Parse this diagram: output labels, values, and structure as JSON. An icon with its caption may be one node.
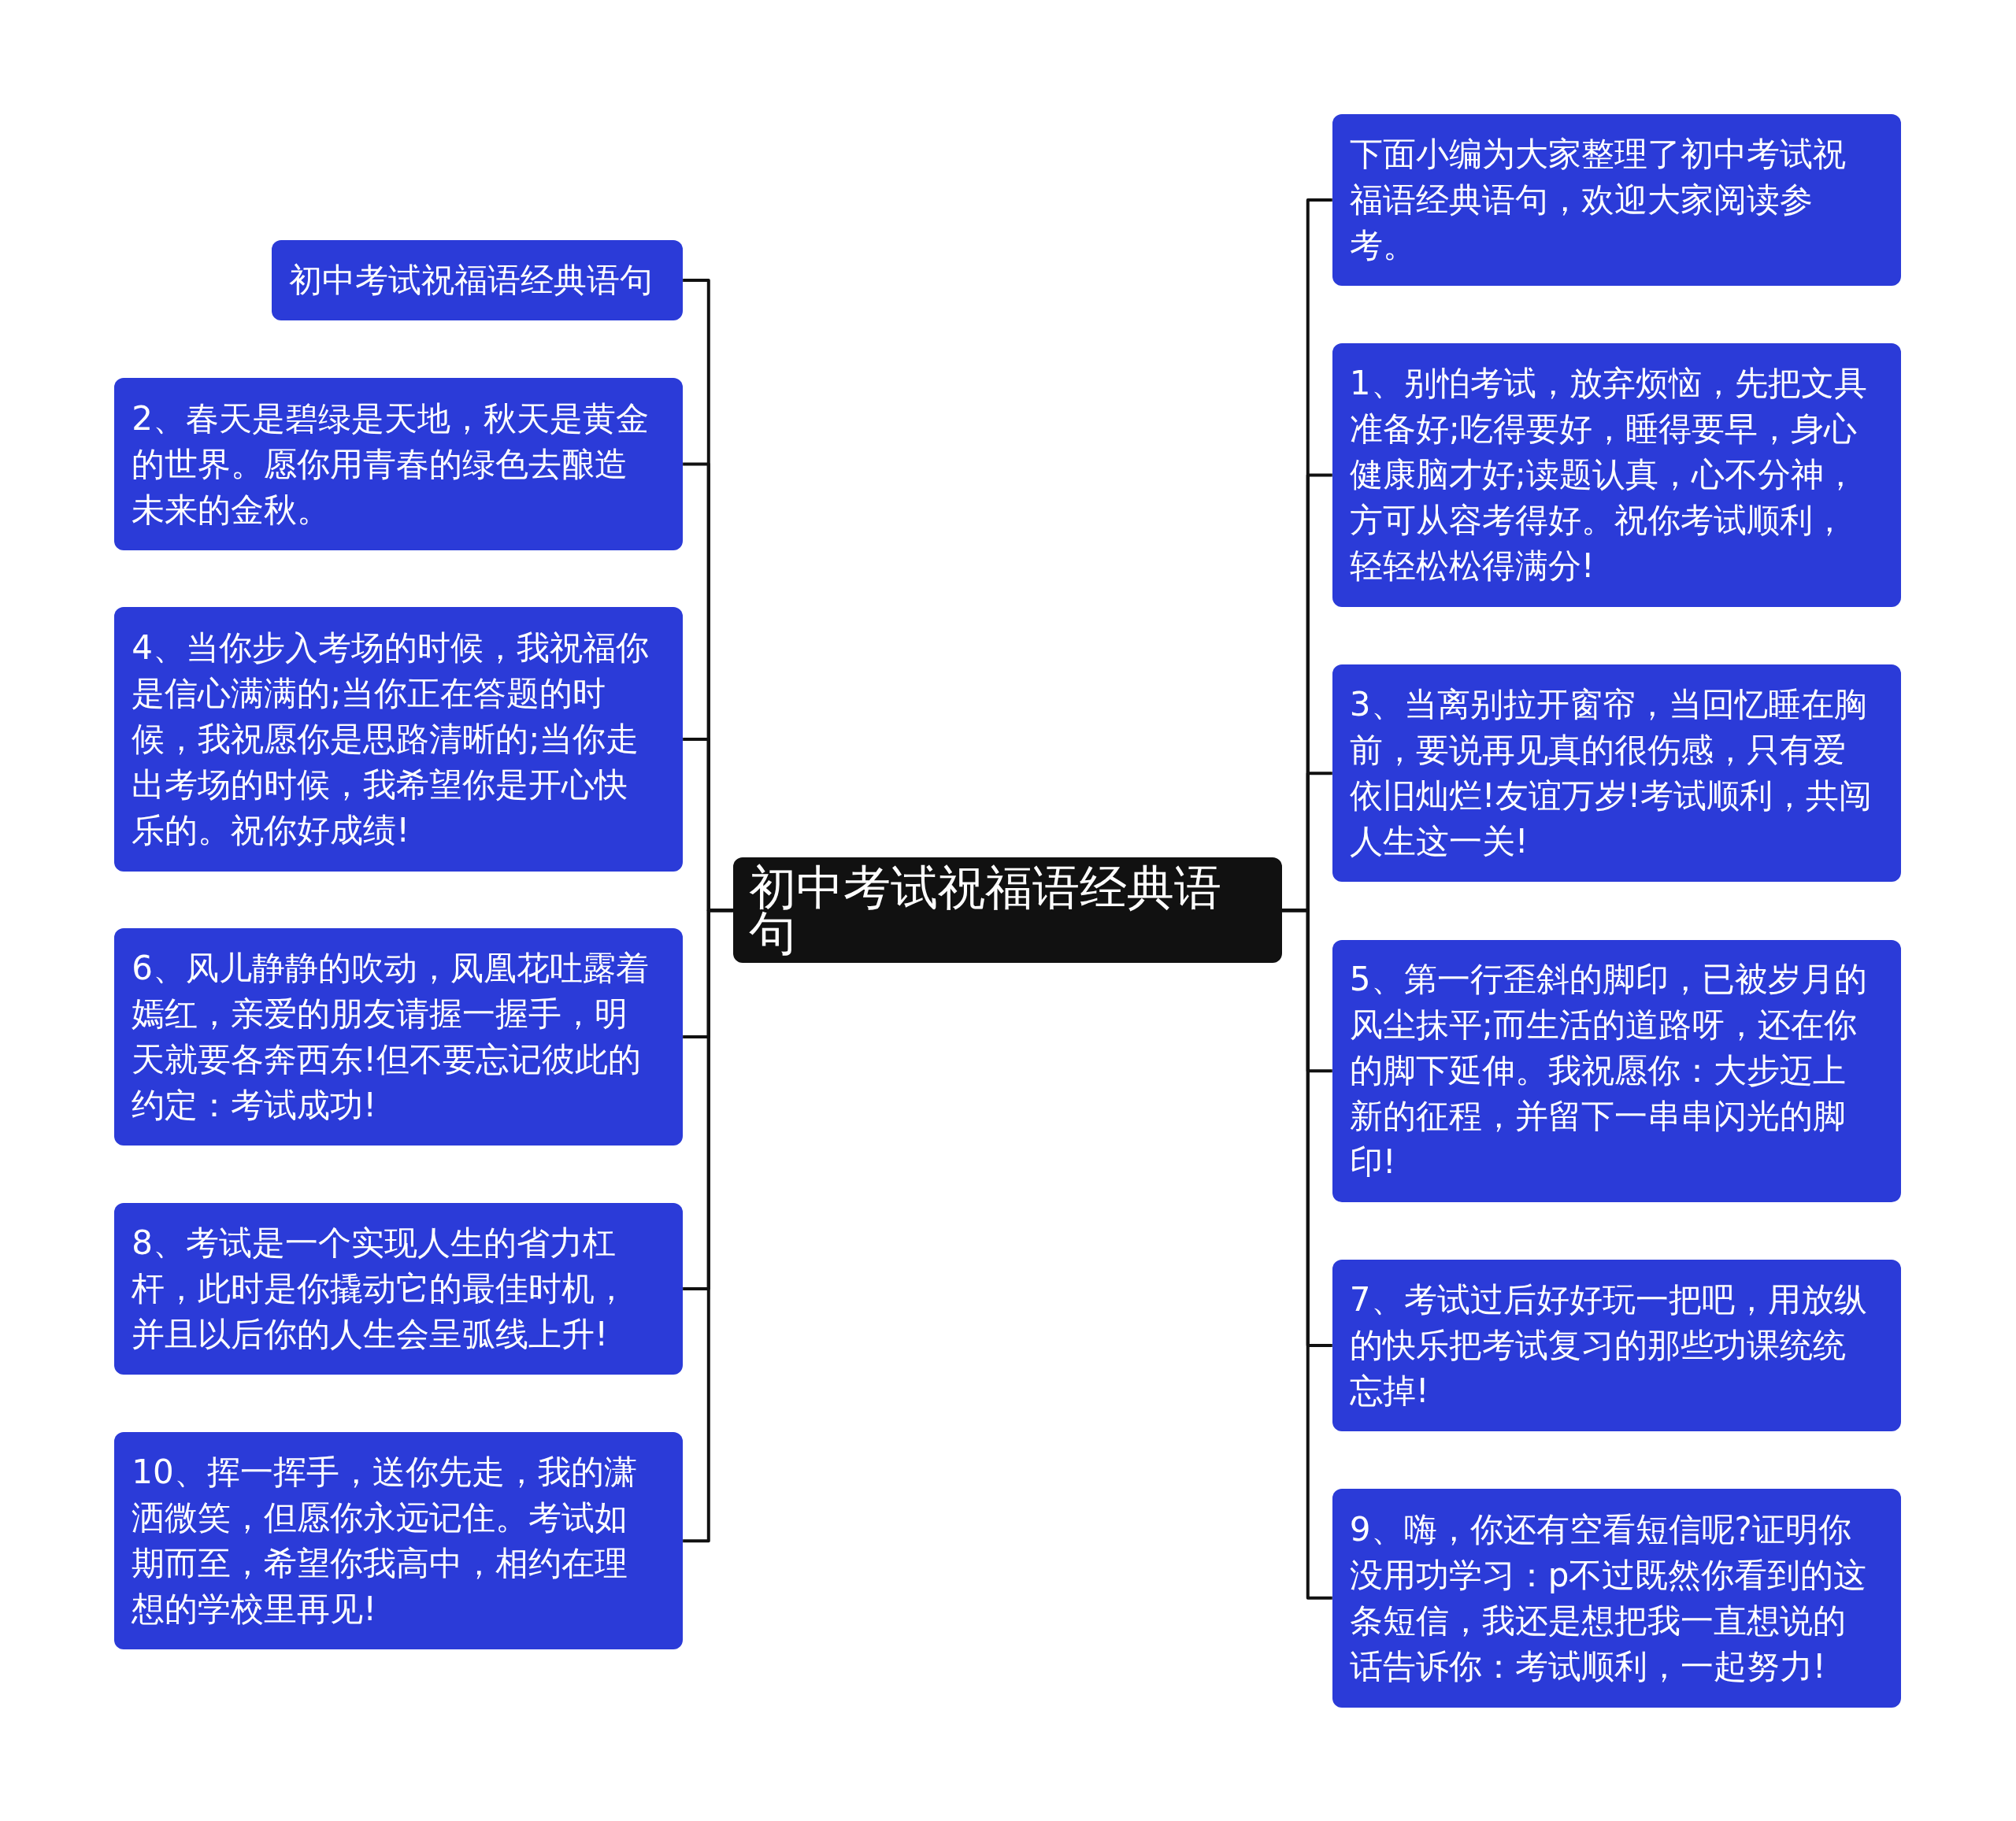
{
  "diagram": {
    "nodes": [
      {
        "text": [
          "初中考试祝福语经典语句"
        ]
      },
      {
        "text": [
          "初中考试祝福语经典语句"
        ]
      },
      {
        "text": [
          "2、春天是碧绿是天地，秋天是黄金的世界。愿你用青春的绿色去酿造未来的金秋。"
        ]
      },
      {
        "text": [
          "4、当你步入考场的时候，我祝福你是信心满满的;当你正在答题的时候，我祝愿你是思路清晰的;当你走出考场的时候，我希望你是开心快乐的。祝你好成绩!"
        ]
      },
      {
        "text": [
          "6、风儿静静的吹动，凤凰花吐露着嫣红，亲爱的朋友请握一握手，明天就要各奔西东!但不要忘记彼此的约定：考试成功!"
        ]
      },
      {
        "text": [
          "8、考试是一个实现人生的省力杠杆，此时是你撬动它的最佳时机，并且以后你的人生会呈弧线上升!"
        ]
      },
      {
        "text": [
          "10、挥一挥手，送你先走，我的潇洒微笑，但愿你永远记住。考试如期而至，希望你我高中，相约在理想的学校里再见!"
        ]
      },
      {
        "text": [
          "下面小编为大家整理了初中考试祝福语经典语句，欢迎大家阅读参考。"
        ]
      },
      {
        "text": [
          "1、别怕考试，放弃烦恼，先把文具准备好;吃得要好，睡得要早，身心健康脑才好;读题认真，心不分神，方可从容考得好。祝你考试顺利，轻轻松松得满分!"
        ]
      },
      {
        "text": [
          "3、当离别拉开窗帘，当回忆睡在胸前，要说再见真的很伤感，只有爱依旧灿烂!友谊万岁!考试顺利，共闯人生这一关!"
        ]
      },
      {
        "text": [
          "5、第一行歪斜的脚印，已被岁月的风尘抹平;而生活的道路呀，还在你的脚下延伸。我祝愿你：大步迈上新的征程，并留下一串串闪光的脚印!"
        ]
      },
      {
        "text": [
          "7、考试过后好好玩一把吧，用放纵的快乐把考试复习的那些功课统统忘掉!"
        ]
      },
      {
        "text": [
          "9、嗨，你还有空看短信呢?证明你没用功学习：p不过既然你看到的这条短信，我还是想把我一直想说的话告诉你：考试顺利，一起努力!"
        ]
      }
    ],
    "edges": [
      {
        "from": 0,
        "to": 1,
        "arrow": "none"
      },
      {
        "from": 0,
        "to": 2,
        "arrow": "none"
      },
      {
        "from": 0,
        "to": 3,
        "arrow": "none"
      },
      {
        "from": 0,
        "to": 4,
        "arrow": "none"
      },
      {
        "from": 0,
        "to": 5,
        "arrow": "none"
      },
      {
        "from": 0,
        "to": 6,
        "arrow": "none"
      },
      {
        "from": 0,
        "to": 7,
        "arrow": "none"
      },
      {
        "from": 0,
        "to": 8,
        "arrow": "none"
      },
      {
        "from": 0,
        "to": 9,
        "arrow": "none"
      },
      {
        "from": 0,
        "to": 10,
        "arrow": "none"
      },
      {
        "from": 0,
        "to": 11,
        "arrow": "none"
      },
      {
        "from": 0,
        "to": 12,
        "arrow": "none"
      }
    ]
  }
}
